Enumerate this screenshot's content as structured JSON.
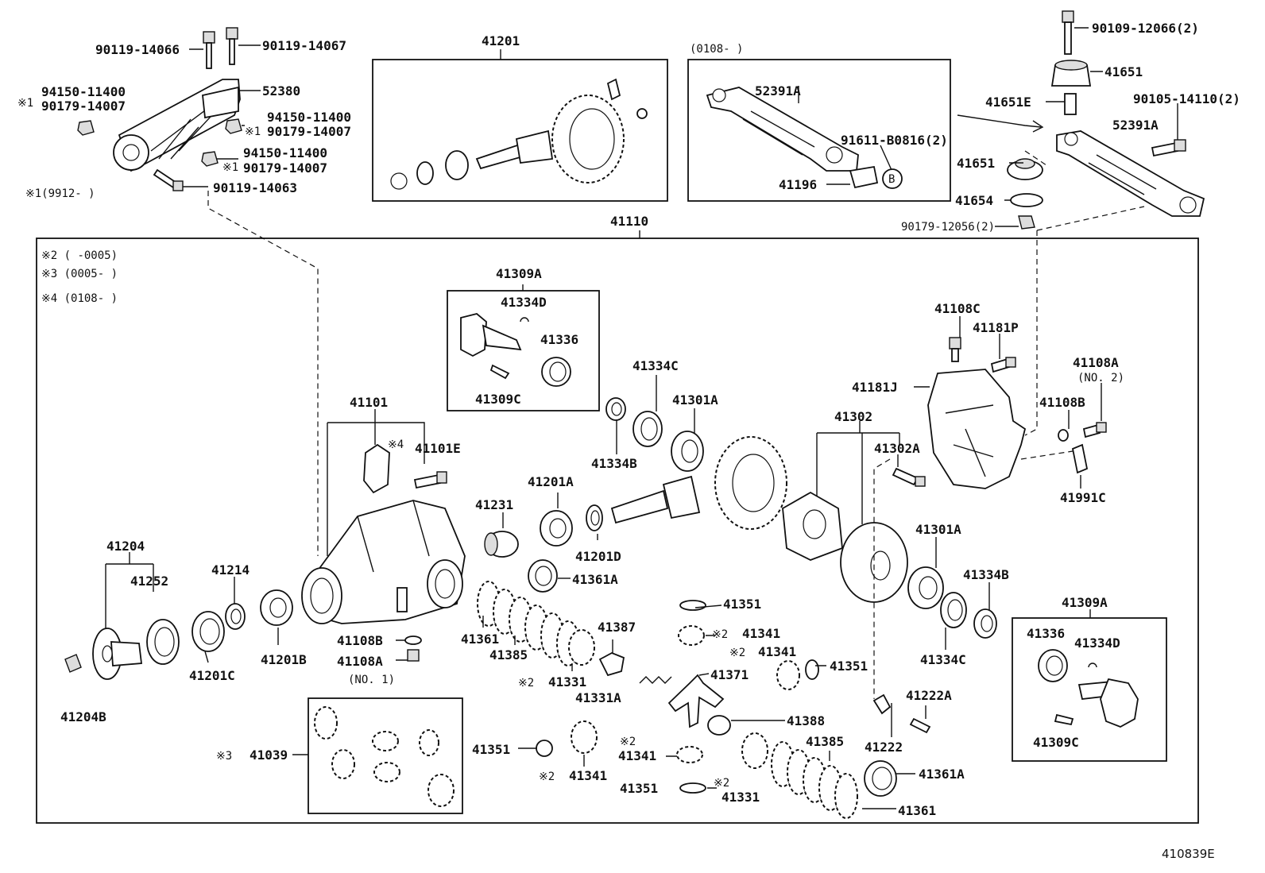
{
  "labels": {
    "p90119_14066": "90119-14066",
    "p90119_14067": "90119-14067",
    "p52380": "52380",
    "p94150_a": "94150-11400",
    "p90179_a": "90179-14007",
    "p94150_b": "94150-11400",
    "p90179_b": "90179-14007",
    "p94150_c": "94150-11400",
    "p90179_c": "90179-14007",
    "p90119_14063": "90119-14063",
    "note1": "※1(9912-    )",
    "m1a": "※1",
    "m1b": "※1",
    "m1c": "※1",
    "p41201": "41201",
    "range0108": "(0108-    )",
    "p52391A_top": "52391A",
    "p91611": "91611-B0816(2)",
    "circleB": "B",
    "p41196": "41196",
    "p90109": "90109-12066(2)",
    "p41651_top": "41651",
    "p41651E": "41651E",
    "p90105": "90105-14110(2)",
    "p52391A_right": "52391A",
    "p41651_mid": "41651",
    "p41654": "41654",
    "p90179_12056": "90179-12056(2)",
    "p41110": "41110",
    "note2": "※2 (    -0005)",
    "note3": "※3 (0005-    )",
    "note4": "※4 (0108-    )",
    "p41309A_top": "41309A",
    "p41334D_top": "41334D",
    "p41336_top": "41336",
    "p41309C_top": "41309C",
    "p41334C_top": "41334C",
    "p41301A_top": "41301A",
    "p41334B_top": "41334B",
    "p41101": "41101",
    "m4": "※4",
    "p41101E": "41101E",
    "p41201A": "41201A",
    "p41231": "41231",
    "p41201D": "41201D",
    "p41361A_left": "41361A",
    "p41302": "41302",
    "p41302A": "41302A",
    "p41108C": "41108C",
    "p41181P": "41181P",
    "p41181J": "41181J",
    "p41108A_r": "41108A",
    "no2": "(NO. 2)",
    "p41108B_r": "41108B",
    "p41991C": "41991C",
    "p41301A_r": "41301A",
    "p41334B_r": "41334B",
    "p41334C_r": "41334C",
    "p41309A_r": "41309A",
    "p41336_r": "41336",
    "p41334D_r": "41334D",
    "p41309C_r": "41309C",
    "p41204": "41204",
    "p41252": "41252",
    "p41214": "41214",
    "p41204B": "41204B",
    "p41201C": "41201C",
    "p41201B": "41201B",
    "p41108B_l": "41108B",
    "p41108A_l": "41108A",
    "no1": "(NO. 1)",
    "p41361_l": "41361",
    "p41385_l": "41385",
    "p41387": "41387",
    "m2_41331": "※2",
    "p41331_a": "41331",
    "p41331A": "41331A",
    "p41351_a": "41351",
    "m2_41341a": "※2",
    "p41341_a": "41341",
    "m2_41341b": "※2",
    "p41341_b": "41341",
    "p41351_b": "41351",
    "p41371": "41371",
    "p41388": "41388",
    "m3": "※3",
    "p41039": "41039",
    "p41351_c": "41351",
    "m2_41341c": "※2",
    "p41341_c": "41341",
    "m2_41341d": "※2",
    "p41341_d": "41341",
    "p41351_d": "41351",
    "m2_41331b": "※2",
    "p41331_b": "41331",
    "p41385_r": "41385",
    "p41361A_r": "41361A",
    "p41361_r": "41361",
    "p41222A": "41222A",
    "p41222": "41222",
    "diagram_id": "410839E"
  }
}
